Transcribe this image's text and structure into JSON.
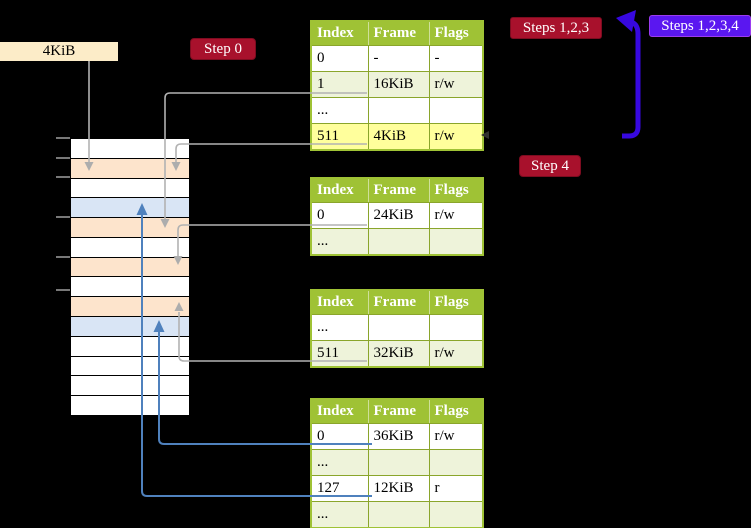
{
  "legend": {
    "label": "4KiB"
  },
  "labels": {
    "step0": "Step 0",
    "steps123": "Steps 1,2,3",
    "steps1234": "Steps 1,2,3,4",
    "step4": "Step 4"
  },
  "tables": [
    {
      "id": "table-1",
      "headers": [
        "Index",
        "Frame",
        "Flags"
      ],
      "rows": [
        {
          "variant": "plain",
          "cells": [
            "0",
            "-",
            "-"
          ]
        },
        {
          "variant": "alt",
          "cells": [
            "1",
            "16KiB",
            "r/w"
          ]
        },
        {
          "variant": "plain",
          "cells": [
            "...",
            "",
            ""
          ]
        },
        {
          "variant": "highlight",
          "cells": [
            "511",
            "4KiB",
            "r/w"
          ]
        }
      ]
    },
    {
      "id": "table-2",
      "headers": [
        "Index",
        "Frame",
        "Flags"
      ],
      "rows": [
        {
          "variant": "plain",
          "cells": [
            "0",
            "24KiB",
            "r/w"
          ]
        },
        {
          "variant": "alt",
          "cells": [
            "...",
            "",
            ""
          ]
        }
      ]
    },
    {
      "id": "table-3",
      "headers": [
        "Index",
        "Frame",
        "Flags"
      ],
      "rows": [
        {
          "variant": "plain",
          "cells": [
            "...",
            "",
            ""
          ]
        },
        {
          "variant": "alt",
          "cells": [
            "511",
            "32KiB",
            "r/w"
          ]
        }
      ]
    },
    {
      "id": "table-4",
      "headers": [
        "Index",
        "Frame",
        "Flags"
      ],
      "rows": [
        {
          "variant": "plain",
          "cells": [
            "0",
            "36KiB",
            "r/w"
          ]
        },
        {
          "variant": "alt",
          "cells": [
            "...",
            "",
            ""
          ]
        },
        {
          "variant": "plain",
          "cells": [
            "127",
            "12KiB",
            "r"
          ]
        },
        {
          "variant": "alt",
          "cells": [
            "...",
            "",
            ""
          ]
        }
      ]
    }
  ],
  "memory": {
    "rows": [
      {
        "type": "free"
      },
      {
        "type": "pagetable"
      },
      {
        "type": "free"
      },
      {
        "type": "mapped"
      },
      {
        "type": "pagetable"
      },
      {
        "type": "free"
      },
      {
        "type": "pagetable"
      },
      {
        "type": "free"
      },
      {
        "type": "pagetable"
      },
      {
        "type": "mapped"
      },
      {
        "type": "free"
      },
      {
        "type": "free"
      },
      {
        "type": "free"
      },
      {
        "type": "free"
      }
    ]
  },
  "colors": {
    "crimson_label": "#a8112c",
    "violet_label": "#5a17f0",
    "loop_arrow_blue": "#3708e0",
    "connector_gray": "#b2b2b2",
    "connector_blue": "#4f81bd",
    "table_header_green": "#9fc235",
    "table_alt_row_green": "#eef3da",
    "highlight_yellow": "#ffff9c",
    "memory_pagetable_peach": "#fde4cc",
    "memory_mapped_blue": "#d9e5f5",
    "legend_wheat": "#fcecc8"
  }
}
